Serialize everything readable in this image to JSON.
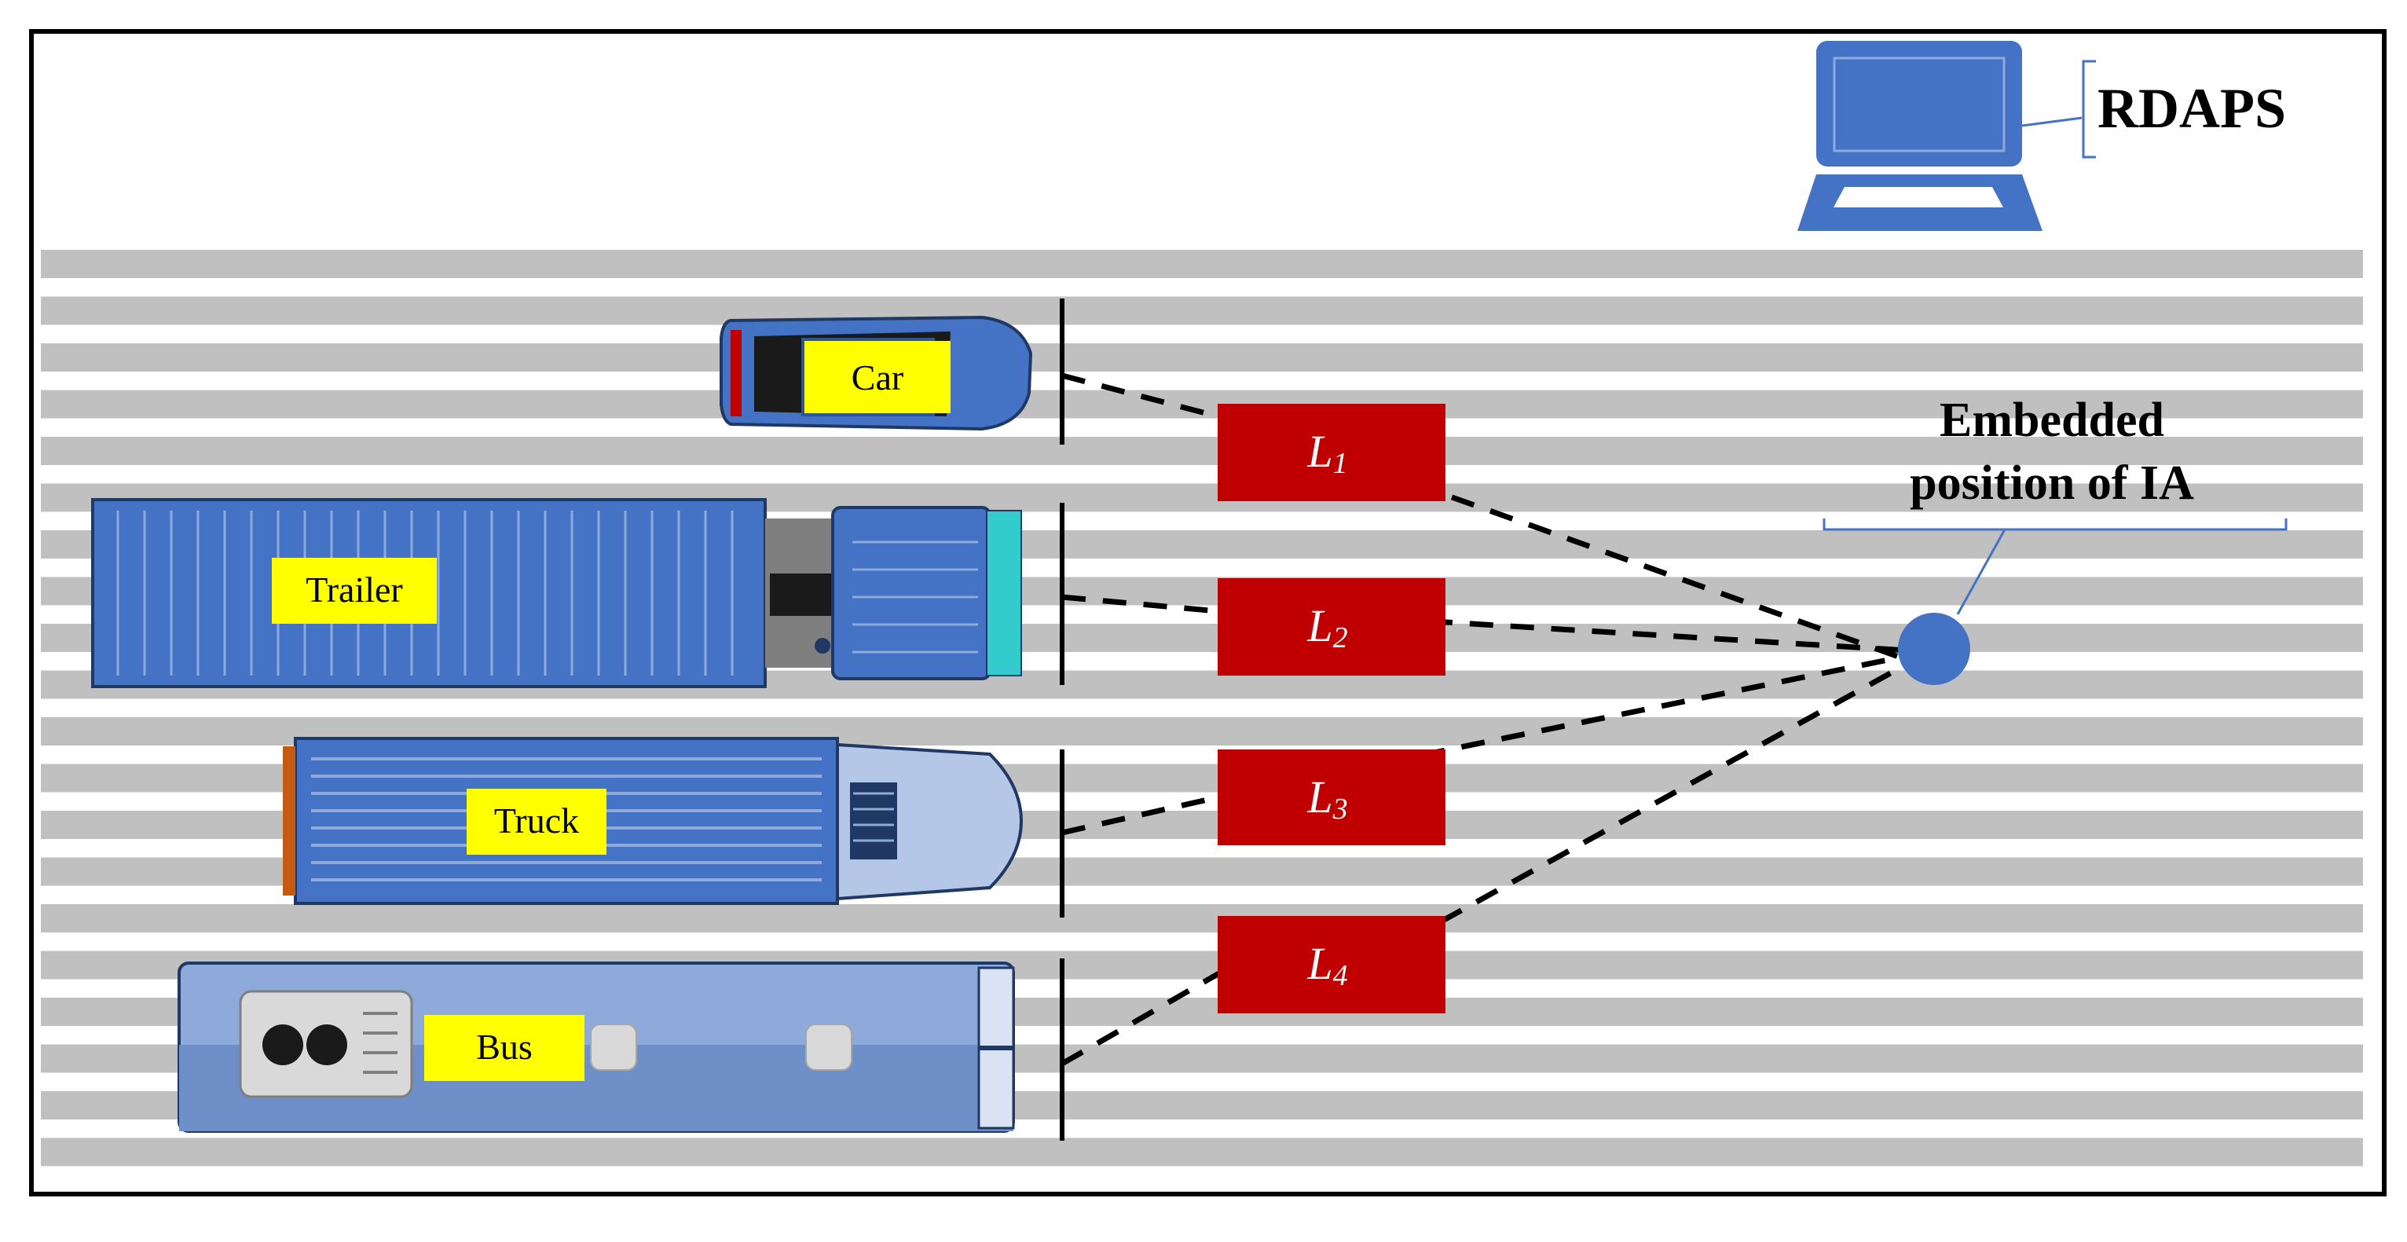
{
  "computer_label": "RDAPS",
  "ia_label": {
    "line1": "Embedded",
    "line2": "position of IA"
  },
  "vehicles": [
    {
      "key": "car",
      "label": "Car"
    },
    {
      "key": "trailer",
      "label": "Trailer"
    },
    {
      "key": "truck",
      "label": "Truck"
    },
    {
      "key": "bus",
      "label": "Bus"
    }
  ],
  "distances": [
    {
      "letter": "L",
      "sub": "1"
    },
    {
      "letter": "L",
      "sub": "2"
    },
    {
      "letter": "L",
      "sub": "3"
    },
    {
      "letter": "L",
      "sub": "4"
    }
  ],
  "colors": {
    "road_stripe": "#c0c0c0",
    "vehicle_blue": "#4472c4",
    "label_yellow": "#ffff00",
    "distance_box": "#c00000",
    "ia_dot": "#4472c4",
    "frame": "#000000"
  }
}
